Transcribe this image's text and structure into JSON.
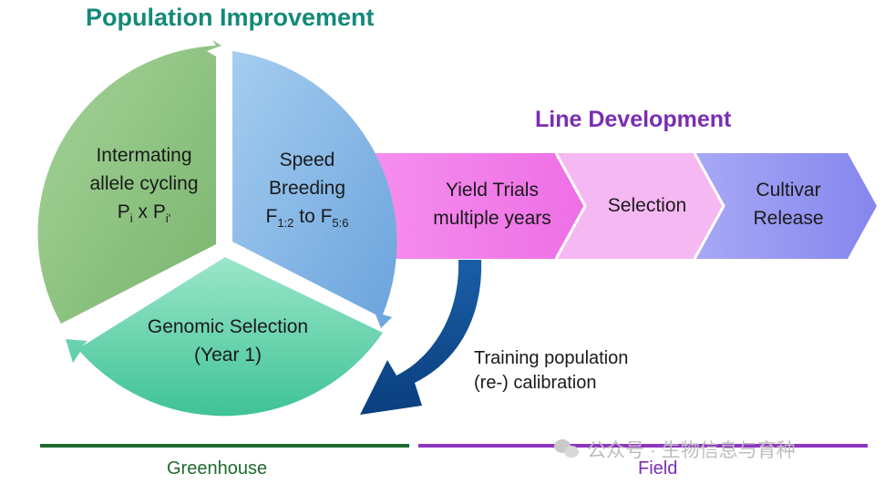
{
  "titles": {
    "population_improvement": "Population Improvement",
    "line_development": "Line Development"
  },
  "cycle": {
    "intermating": {
      "line1": "Intermating",
      "line2": "allele cycling",
      "formula_p1": "P",
      "formula_sub1": "i",
      "formula_x": " x P",
      "formula_sub2": "i'"
    },
    "speed_breeding": {
      "line1": "Speed",
      "line2": "Breeding",
      "f1": "F",
      "f1_sub": "1:2",
      "to": " to F",
      "f2_sub": "5:6"
    },
    "genomic_selection": {
      "line1": "Genomic Selection",
      "line2": "(Year 1)"
    }
  },
  "pipeline": {
    "yield_trials": {
      "line1": "Yield Trials",
      "line2": "multiple years"
    },
    "selection": {
      "line1": "Selection"
    },
    "cultivar_release": {
      "line1": "Cultivar",
      "line2": "Release"
    }
  },
  "training": {
    "line1": "Training population",
    "line2": "(re-) calibration"
  },
  "footer": {
    "greenhouse": "Greenhouse",
    "field": "Field"
  },
  "watermark": "公众号 · 生物信息与育种",
  "colors": {
    "population_title": "#138a78",
    "line_title": "#7a2db2",
    "intermating_fill": "#8fc480",
    "speed_fill": "#89b8e6",
    "genomic_fill": "#5fd0a8",
    "yield_fill": "#f07ae8",
    "selection_fill": "#f6b8f2",
    "cultivar_fill": "#8f90f0",
    "training_arrow": "#0f4f93",
    "greenhouse_line": "#1d6b2c",
    "field_line": "#7a2db2"
  }
}
